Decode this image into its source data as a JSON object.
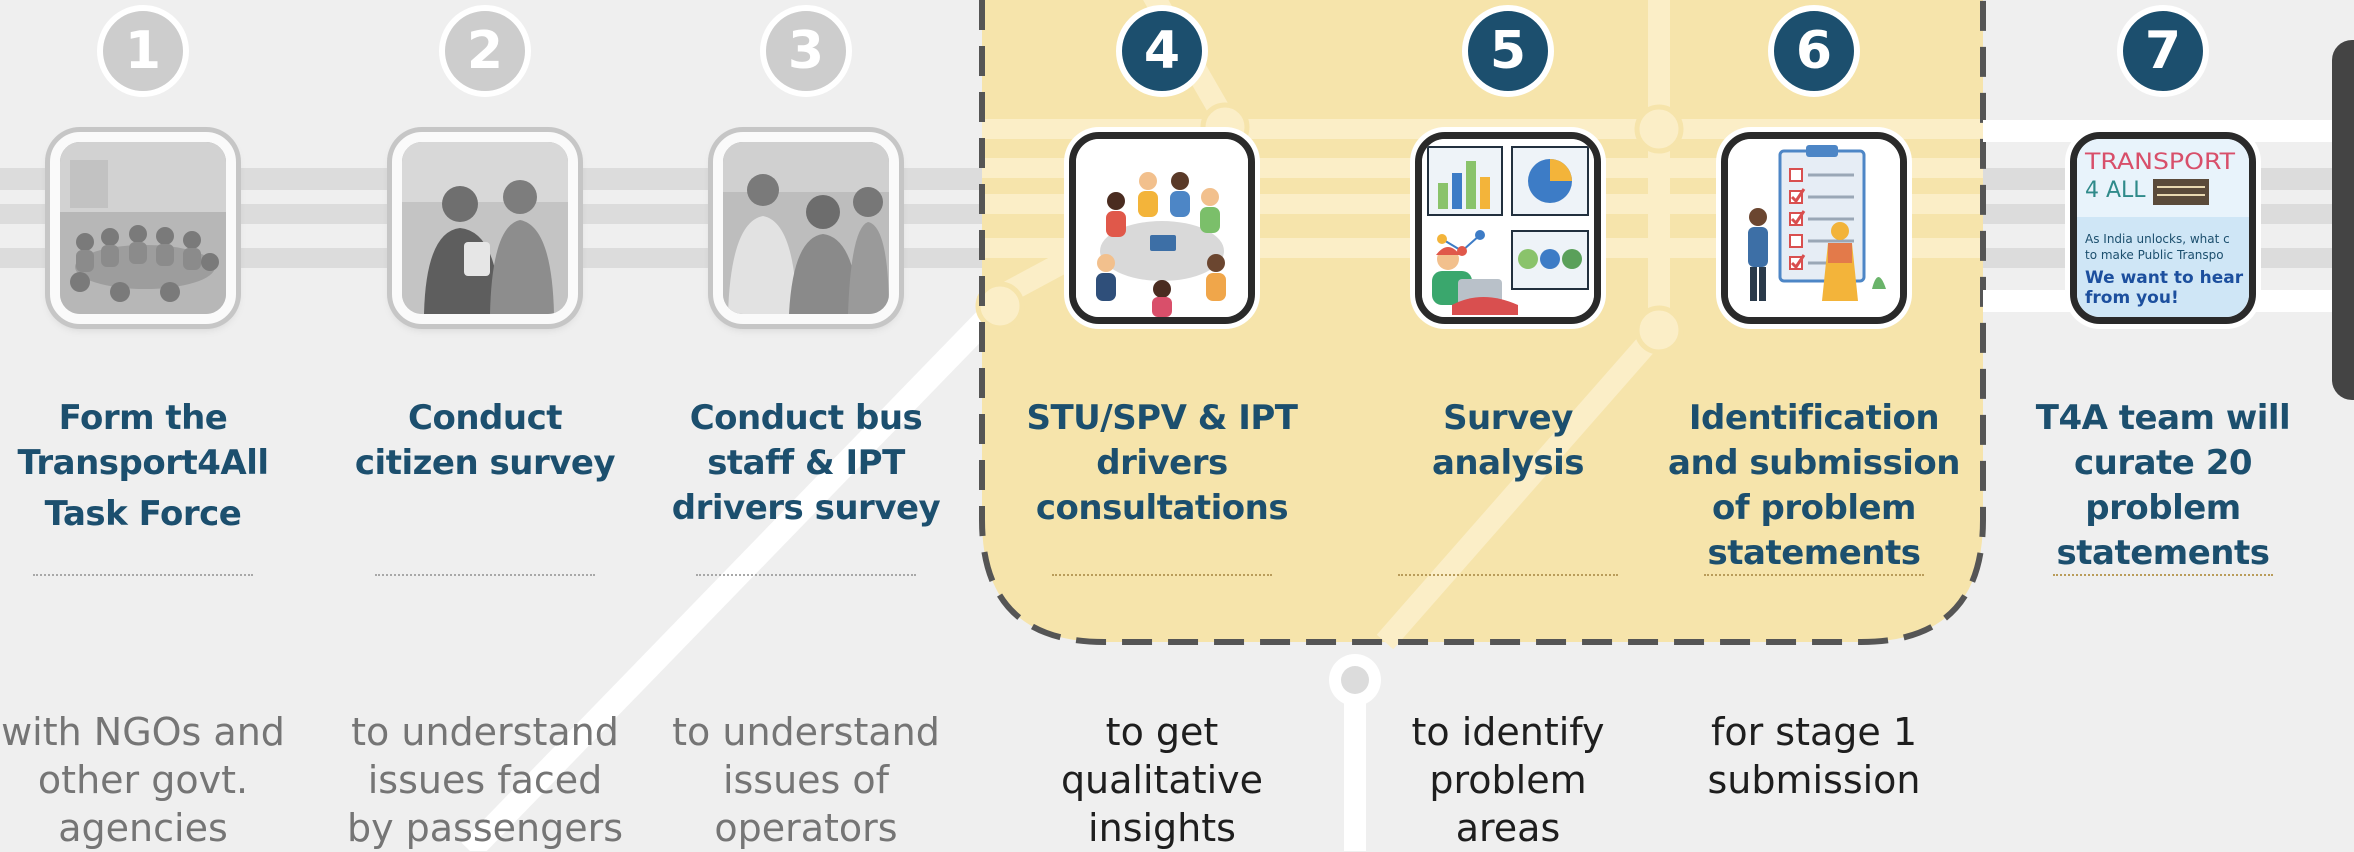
{
  "colors": {
    "accent": "#1c4f6e",
    "highlight_panel": "#f6e4ab",
    "inactive_badge": "#cdcdcd",
    "background": "#efefef"
  },
  "steps": [
    {
      "number": "1",
      "state": "inactive",
      "title_lines": [
        "Form the",
        "Transport4All",
        "Task Force"
      ],
      "description_lines": [
        "with NGOs and",
        "other govt.",
        "agencies"
      ],
      "image": "task-force-meeting-photo"
    },
    {
      "number": "2",
      "state": "inactive",
      "title_lines": [
        "Conduct",
        "citizen survey"
      ],
      "description_lines": [
        "to understand",
        "issues faced",
        "by passengers"
      ],
      "image": "citizen-survey-photo"
    },
    {
      "number": "3",
      "state": "inactive",
      "title_lines": [
        "Conduct bus",
        "staff & IPT",
        "drivers survey"
      ],
      "description_lines": [
        "to understand",
        "issues of",
        "operators"
      ],
      "image": "drivers-survey-photo"
    },
    {
      "number": "4",
      "state": "active",
      "title_lines": [
        "STU/SPV & IPT",
        "drivers",
        "consultations"
      ],
      "description_lines": [
        "to get",
        "qualitative",
        "insights"
      ],
      "image": "consultation-meeting-illustration"
    },
    {
      "number": "5",
      "state": "active",
      "title_lines": [
        "Survey",
        "analysis"
      ],
      "description_lines": [
        "to identify",
        "problem",
        "areas"
      ],
      "image": "data-analysis-illustration"
    },
    {
      "number": "6",
      "state": "active",
      "title_lines": [
        "Identification",
        "and submission",
        "of problem",
        "statements"
      ],
      "description_lines": [
        "for stage 1",
        "submission"
      ],
      "image": "checklist-clipboard-illustration"
    },
    {
      "number": "7",
      "state": "active",
      "title_lines": [
        "T4A team will",
        "curate 20 problem",
        "statements"
      ],
      "description_lines": [],
      "image": "transport4all-poster",
      "poster": {
        "logo_line1": "TRANSPORT",
        "logo_line2": "4 ALL",
        "line1": "As India unlocks, what c",
        "line2": "to make Public Transpo",
        "line3": "We want to hear",
        "line4": "from you!"
      }
    }
  ]
}
